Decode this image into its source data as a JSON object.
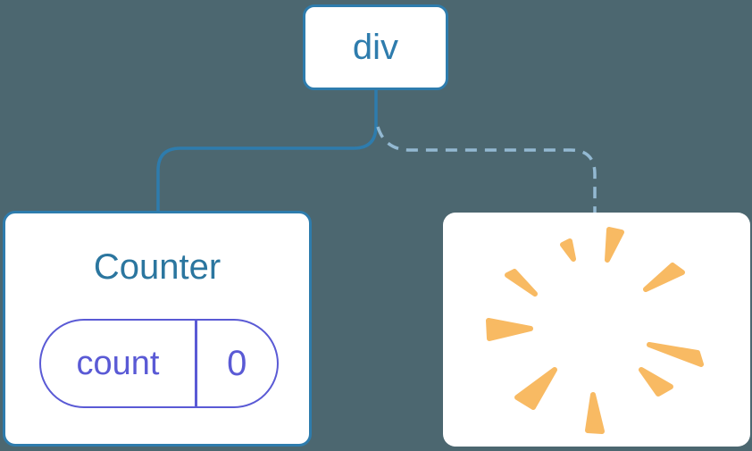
{
  "tree": {
    "root_label": "div",
    "counter": {
      "title": "Counter",
      "state_key": "count",
      "state_value": "0"
    },
    "removed_node": {
      "icon": "poof-sparkle-icon"
    }
  },
  "icons": {
    "poof": "poof-sparkle"
  },
  "colors": {
    "background": "#4C6770",
    "node_blue": "#2E7CAD",
    "title_blue": "#2B769F",
    "dashed_connector_blue": "#93B9D2",
    "state_purple": "#5A5AD5",
    "poof_orange": "#F8BA63",
    "card_white": "#FFFFFF"
  }
}
